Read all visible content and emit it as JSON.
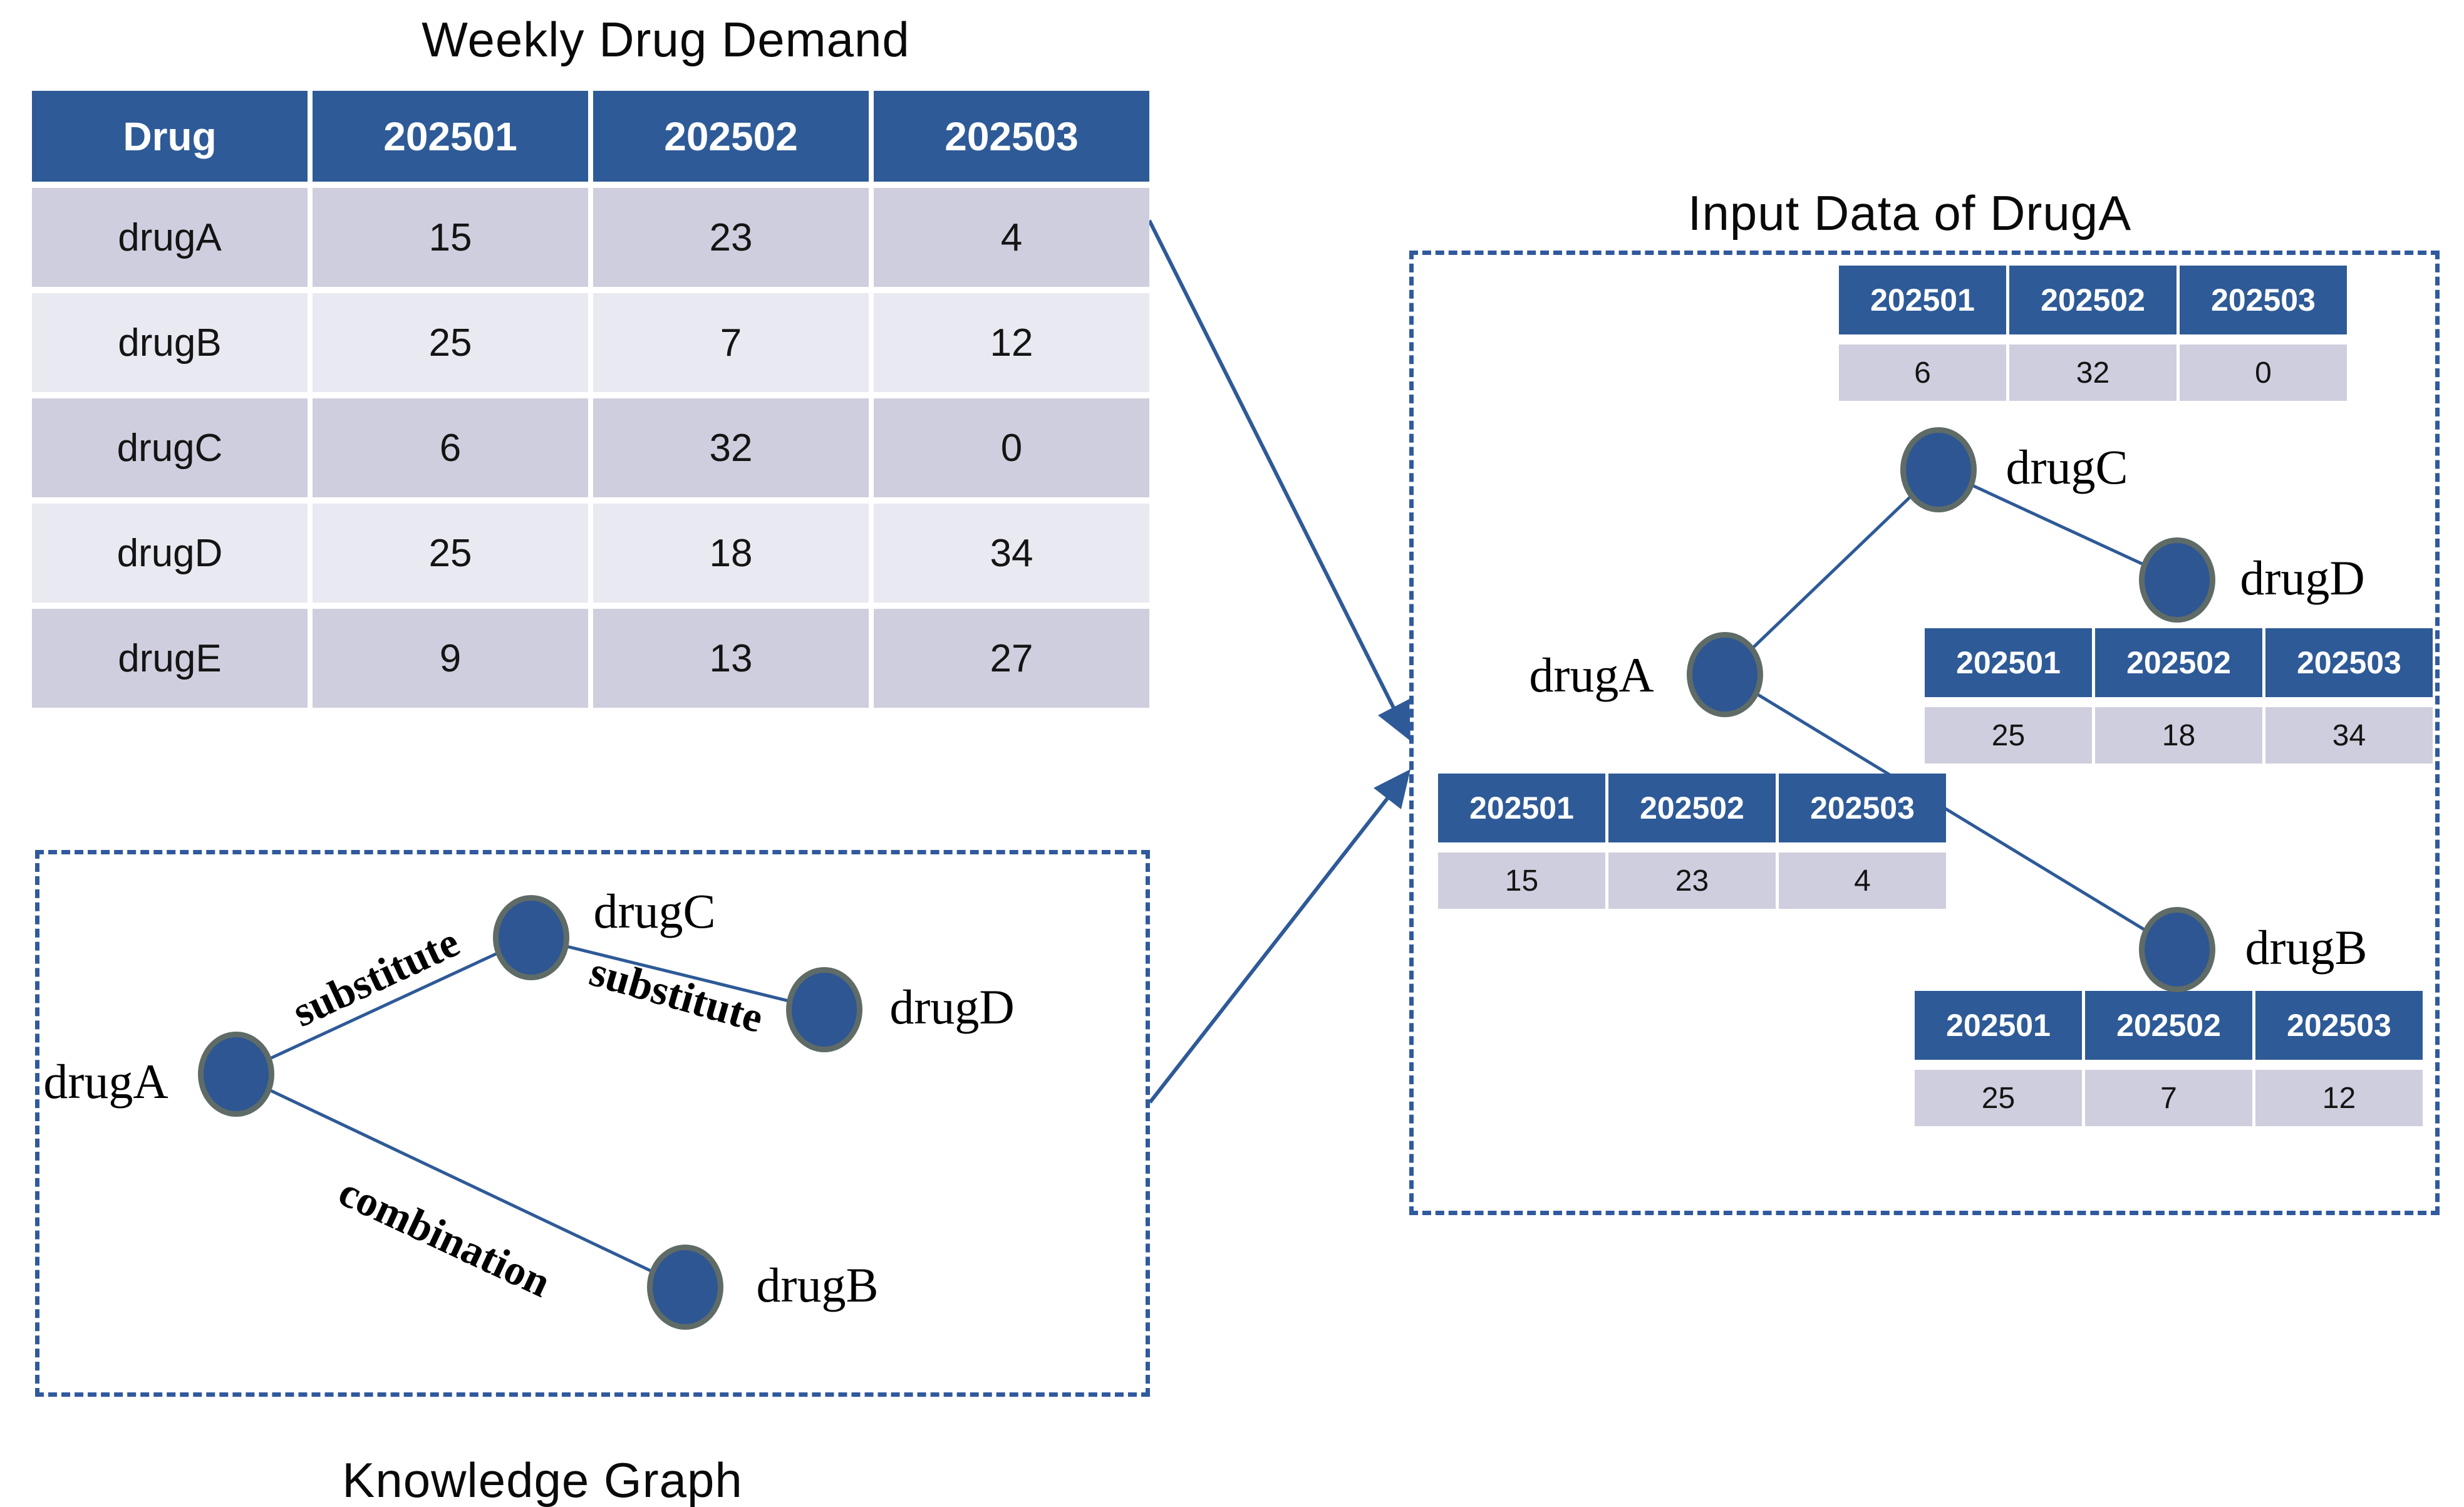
{
  "colors": {
    "header_blue": "#2E5A97",
    "row_lavender": "#CFCEDE",
    "row_light": "#E9E9F1",
    "node_fill": "#2E5693",
    "node_ring": "#5F6B66",
    "line_blue": "#2E5A97",
    "dash_blue": "#30599E"
  },
  "drugs": [
    "drugA",
    "drugC",
    "drugD",
    "drugB"
  ],
  "week_columns": [
    "202501",
    "202502",
    "202503"
  ],
  "left_table": {
    "title": "Weekly Drug Demand",
    "columns": [
      "Drug",
      "202501",
      "202502",
      "202503"
    ],
    "rows": [
      [
        "drugA",
        "15",
        "23",
        "4"
      ],
      [
        "drugB",
        "25",
        "7",
        "12"
      ],
      [
        "drugC",
        "6",
        "32",
        "0"
      ],
      [
        "drugD",
        "25",
        "18",
        "34"
      ],
      [
        "drugE",
        "9",
        "13",
        "27"
      ]
    ]
  },
  "knowledge_graph": {
    "title": "Knowledge Graph",
    "edges": [
      {
        "from": "drugA",
        "to": "drugC",
        "label": "substitute"
      },
      {
        "from": "drugC",
        "to": "drugD",
        "label": "substitute"
      },
      {
        "from": "drugA",
        "to": "drugB",
        "label": "combination"
      }
    ]
  },
  "input_panel": {
    "title": "Input Data of DrugA",
    "tables": [
      {
        "for": "drugC",
        "values": [
          "6",
          "32",
          "0"
        ]
      },
      {
        "for": "drugD",
        "values": [
          "25",
          "18",
          "34"
        ]
      },
      {
        "for": "drugA",
        "values": [
          "15",
          "23",
          "4"
        ]
      },
      {
        "for": "drugB",
        "values": [
          "25",
          "7",
          "12"
        ]
      }
    ]
  }
}
